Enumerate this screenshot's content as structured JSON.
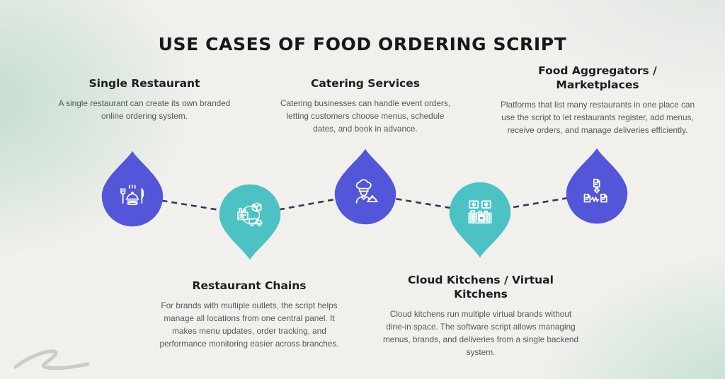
{
  "title": "USE CASES OF FOOD ORDERING SCRIPT",
  "colors": {
    "purple": "#5356d9",
    "teal": "#4cc2c4",
    "background": "#f1f0ed",
    "green_tint": "#bcdccb",
    "dash_line": "#333a52",
    "heading_text": "#1d1d1d",
    "body_text": "#575757",
    "squiggle": "#c3c2bf"
  },
  "use_cases": [
    {
      "id": "single-restaurant",
      "title": "Single Restaurant",
      "description": "A single restaurant can create its own branded online ordering system.",
      "icon": "covered-dish-cutlery-icon",
      "marker_shape": "drop-point-up",
      "marker_color": "#5356d9",
      "text_position": "top"
    },
    {
      "id": "restaurant-chains",
      "title": "Restaurant Chains",
      "description": "For brands with multiple outlets, the script helps manage all locations from one central panel. It makes menu updates, order tracking, and performance monitoring easier across branches.",
      "icon": "supply-chain-factory-truck-icon",
      "marker_shape": "pin-point-down",
      "marker_color": "#4cc2c4",
      "text_position": "bottom"
    },
    {
      "id": "catering-services",
      "title": "Catering Services",
      "description": "Catering businesses can handle event orders, letting customers choose menus, schedule dates, and book in advance.",
      "icon": "chef-serving-dish-icon",
      "marker_shape": "drop-point-up",
      "marker_color": "#5356d9",
      "text_position": "top"
    },
    {
      "id": "cloud-kitchens",
      "title": "Cloud Kitchens / Virtual Kitchens",
      "description": "Cloud kitchens run multiple virtual brands without dine-in space. The software script allows managing menus, brands, and deliveries from a single backend system.",
      "icon": "kitchen-counter-icon",
      "marker_shape": "pin-point-down",
      "marker_color": "#4cc2c4",
      "text_position": "bottom"
    },
    {
      "id": "food-aggregators",
      "title": "Food Aggregators / Marketplaces",
      "description": "Platforms that list many restaurants in one place can use the script to let restaurants register, add menus, receive orders, and manage deliveries efficiently.",
      "icon": "documents-merge-icon",
      "marker_shape": "drop-point-up",
      "marker_color": "#5356d9",
      "text_position": "top"
    }
  ]
}
